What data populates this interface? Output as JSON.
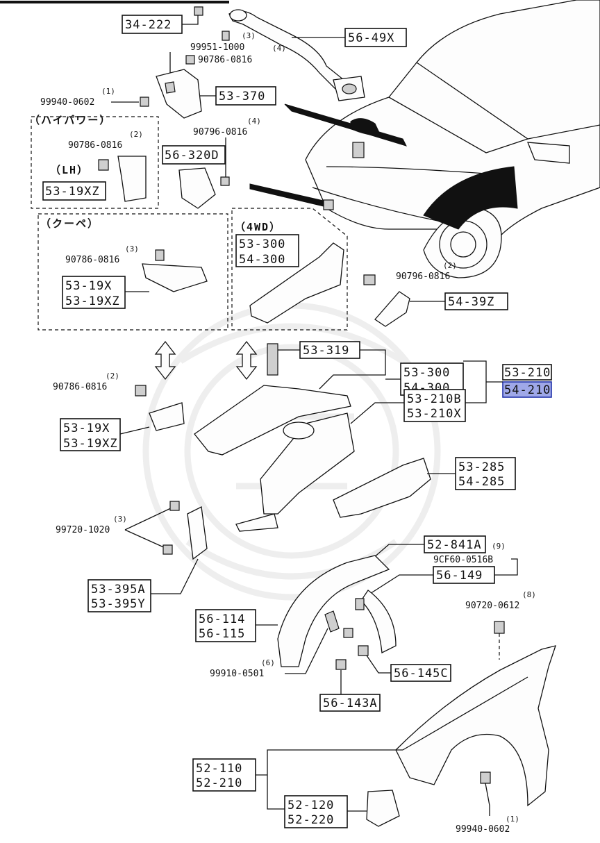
{
  "labels": {
    "box_34_222": "34-222",
    "box_56_49x": "56-49X",
    "box_53_370": "53-370",
    "box_56_320d": "56-320D",
    "box_53_19xz_lh": "53-19XZ",
    "box_53_300_4wd": "53-300",
    "box_54_300_4wd": "54-300",
    "box_53_19x_coupe": "53-19X",
    "box_53_19xz_coupe": "53-19XZ",
    "box_54_39z": "54-39Z",
    "box_53_319": "53-319",
    "box_53_300": "53-300",
    "box_54_300": "54-300",
    "box_53_210": "53-210",
    "box_54_210": "54-210",
    "box_53_210b": "53-210B",
    "box_53_210x": "53-210X",
    "box_53_19x": "53-19X",
    "box_53_19xz": "53-19XZ",
    "box_53_285": "53-285",
    "box_54_285": "54-285",
    "box_52_841a": "52-841A",
    "box_56_149": "56-149",
    "box_53_395a": "53-395A",
    "box_53_395y": "53-395Y",
    "box_56_114": "56-114",
    "box_56_115": "56-115",
    "box_56_145c": "56-145C",
    "box_56_143a": "56-143A",
    "box_52_110": "52-110",
    "box_52_210": "52-210",
    "box_52_120": "52-120",
    "box_52_220": "52-220"
  },
  "numbers": {
    "n_99951_1000": "99951-1000",
    "n_90786_0816_a": "90786-0816",
    "n_99940_0602_a": "99940-0602",
    "n_90786_0816_b": "90786-0816",
    "n_90796_0816_a": "90796-0816",
    "n_90786_0816_c": "90786-0816",
    "n_90796_0816_b": "90796-0816",
    "n_90786_0816_d": "90786-0816",
    "n_99720_1020": "99720-1020",
    "n_9cf60_0516b": "9CF60-0516B",
    "n_90720_0612": "90720-0612",
    "n_99910_0501": "99910-0501",
    "n_99940_0602_b": "99940-0602"
  },
  "qty": {
    "q_3a": "(3)",
    "q_4a": "(4)",
    "q_1a": "(1)",
    "q_2a": "(2)",
    "q_4b": "(4)",
    "q_3b": "(3)",
    "q_2b": "(2)",
    "q_2c": "(2)",
    "q_3c": "(3)",
    "q_9": "(9)",
    "q_8": "(8)",
    "q_6": "(6)",
    "q_1b": "(1)"
  },
  "groups": {
    "high_power": "（ハイパワー）",
    "lh": "（LH）",
    "coupe": "（クーペ）",
    "fourwd": "（4WD）"
  }
}
